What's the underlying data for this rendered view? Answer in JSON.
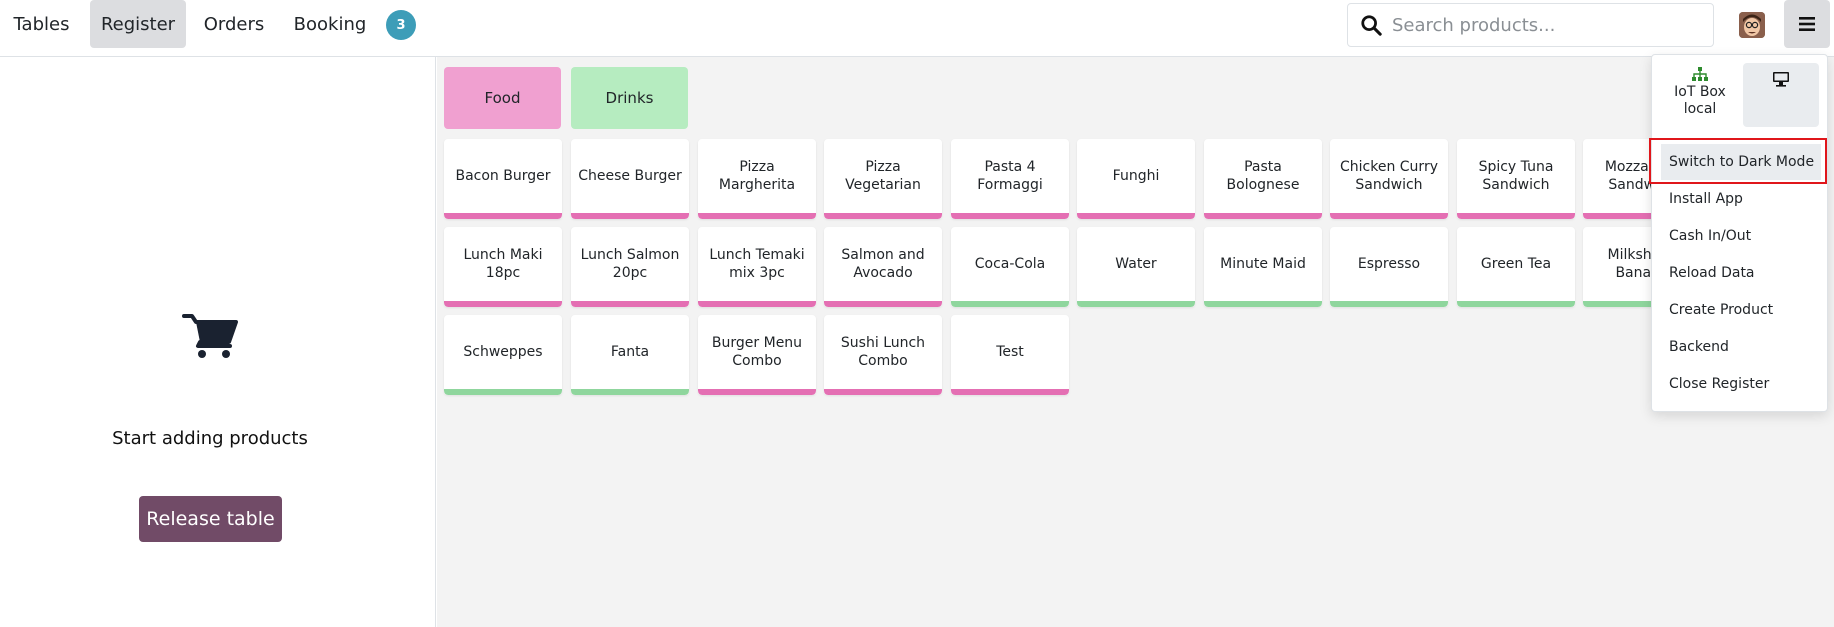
{
  "nav": {
    "tables": "Tables",
    "register": "Register",
    "orders": "Orders",
    "booking": "Booking",
    "booking_count": "3"
  },
  "search": {
    "placeholder": "Search products..."
  },
  "cart": {
    "empty_text": "Start adding products",
    "release_label": "Release table"
  },
  "categories": [
    {
      "label": "Food",
      "color": "#f0a0d0"
    },
    {
      "label": "Drinks",
      "color": "#b6ecc0"
    }
  ],
  "products": {
    "row1": [
      "Bacon Burger",
      "Cheese Burger",
      "Pizza Margherita",
      "Pizza Vegetarian",
      "Pasta 4 Formaggi",
      "Funghi",
      "Pasta Bolognese",
      "Chicken Curry Sandwich",
      "Spicy Tuna Sandwich",
      "Mozzarella Sandwich"
    ],
    "row2": [
      "Lunch Maki 18pc",
      "Lunch Salmon 20pc",
      "Lunch Temaki mix 3pc",
      "Salmon and Avocado",
      "Coca-Cola",
      "Water",
      "Minute Maid",
      "Espresso",
      "Green Tea",
      "Milkshake Banana"
    ],
    "row3": [
      "Schweppes",
      "Fanta",
      "Burger Menu Combo",
      "Sushi Lunch Combo",
      "Test"
    ]
  },
  "bar_colors": {
    "food": "#e46fb3",
    "drinks": "#8fd69d"
  },
  "menu": {
    "iot_label": "IoT Box local",
    "items": [
      "Switch to Dark Mode",
      "Install App",
      "Cash In/Out",
      "Reload Data",
      "Create Product",
      "Backend",
      "Close Register"
    ]
  },
  "accent": "#714b67"
}
